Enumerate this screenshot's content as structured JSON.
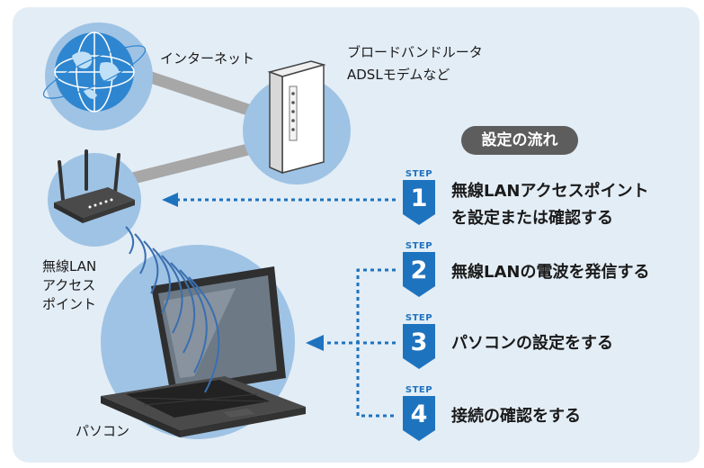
{
  "labels": {
    "internet": "インターネット",
    "router_line1": "ブロードバンドルータ",
    "router_line2": "ADSLモデムなど",
    "ap_line1": "無線LAN",
    "ap_line2": "アクセス",
    "ap_line3": "ポイント",
    "pc": "パソコン"
  },
  "flow": {
    "title": "設定の流れ",
    "steps": [
      {
        "tag": "STEP",
        "number": "1",
        "line1": "無線LANアクセスポイント",
        "line2": "を設定または確認する"
      },
      {
        "tag": "STEP",
        "number": "2",
        "line1": "無線LANの電波を発信する"
      },
      {
        "tag": "STEP",
        "number": "3",
        "line1": "パソコンの設定をする"
      },
      {
        "tag": "STEP",
        "number": "4",
        "line1": "接続の確認をする"
      }
    ]
  },
  "colors": {
    "panel": "#e3edf6",
    "circle": "#9fc3e4",
    "accent_blue": "#1e73be",
    "cable": "#a7a7a7",
    "title_pill": "#5d5d5d"
  },
  "icons": [
    "globe-icon",
    "router-icon",
    "access-point-icon",
    "laptop-icon",
    "wifi-waves-icon"
  ]
}
